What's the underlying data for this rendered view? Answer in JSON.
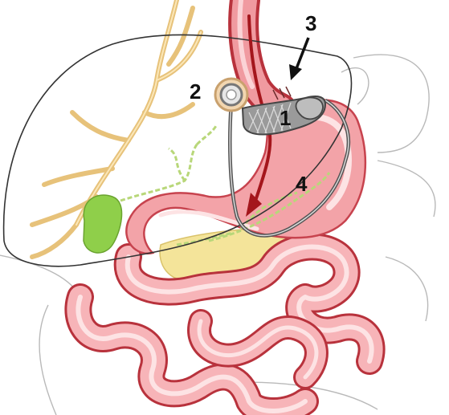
{
  "diagram": {
    "labels": [
      {
        "id": "1",
        "text": "1"
      },
      {
        "id": "2",
        "text": "2"
      },
      {
        "id": "3",
        "text": "3"
      },
      {
        "id": "4",
        "text": "4"
      }
    ]
  },
  "colors": {
    "stomach_fill": "#f3a3a8",
    "stomach_edge": "#c7434e",
    "intestine_fill": "#f7b4b8",
    "intestine_edge": "#b8323c",
    "esophagus": "#d6505a",
    "food_arrow": "#a4161c",
    "liver_outline": "#333333",
    "bile_ducts": "#e7c27a",
    "gallbladder": "#8fcf4a",
    "pancreas": "#f4e49a",
    "green_nerves": "#b8d779",
    "band": "#888888",
    "port_ring": "#d6b48a",
    "tube": "#666666"
  }
}
